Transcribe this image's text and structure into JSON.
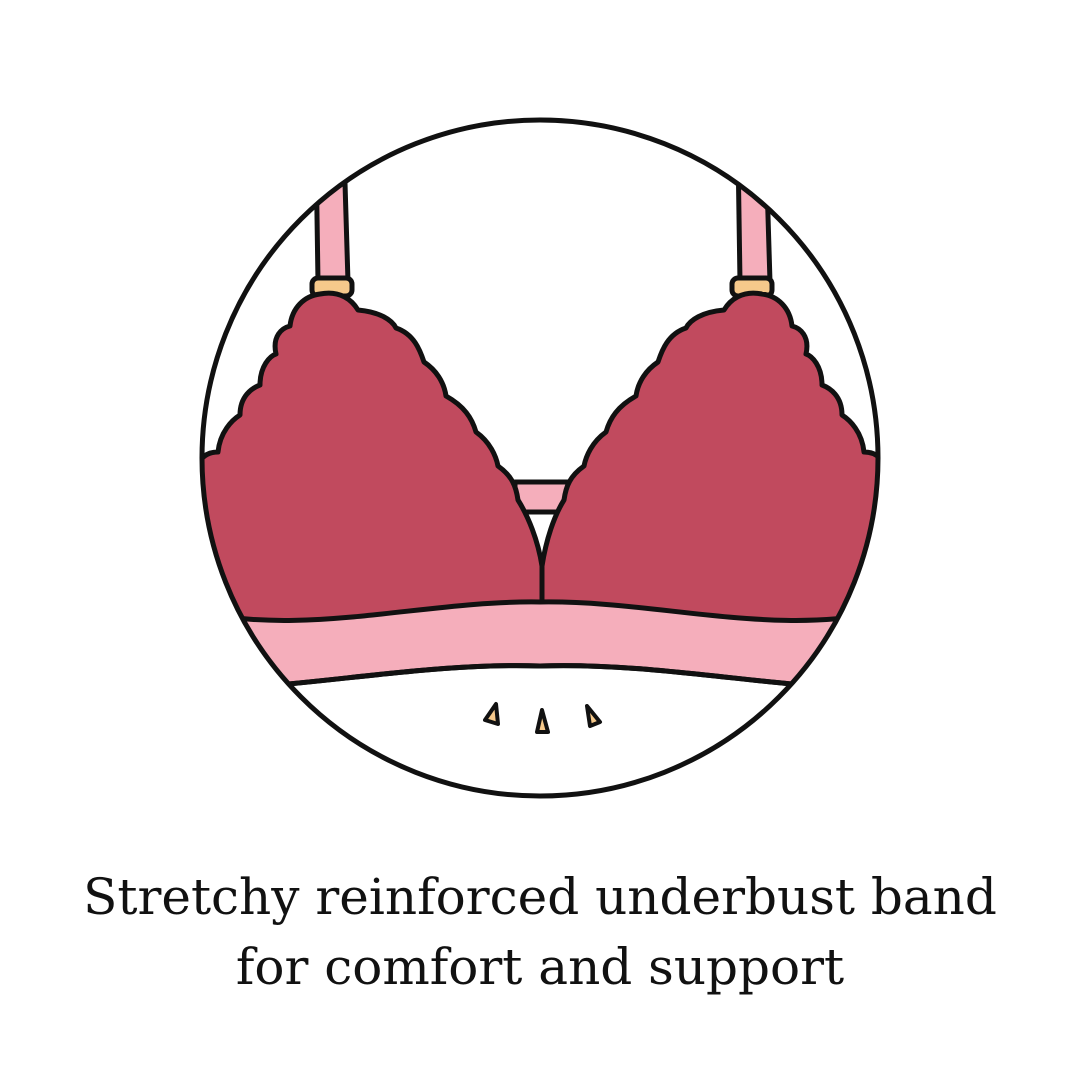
{
  "caption": {
    "line1": "Stretchy reinforced underbust band",
    "line2": "for comfort and support"
  },
  "colors": {
    "background": "#ffffff",
    "cup": "#c14a5e",
    "band": "#f5aebb",
    "strap": "#f5aebb",
    "hardware": "#f6c98b",
    "outline": "#111111"
  },
  "icons": {
    "illustration": "bra-underbust-band-illustration"
  }
}
